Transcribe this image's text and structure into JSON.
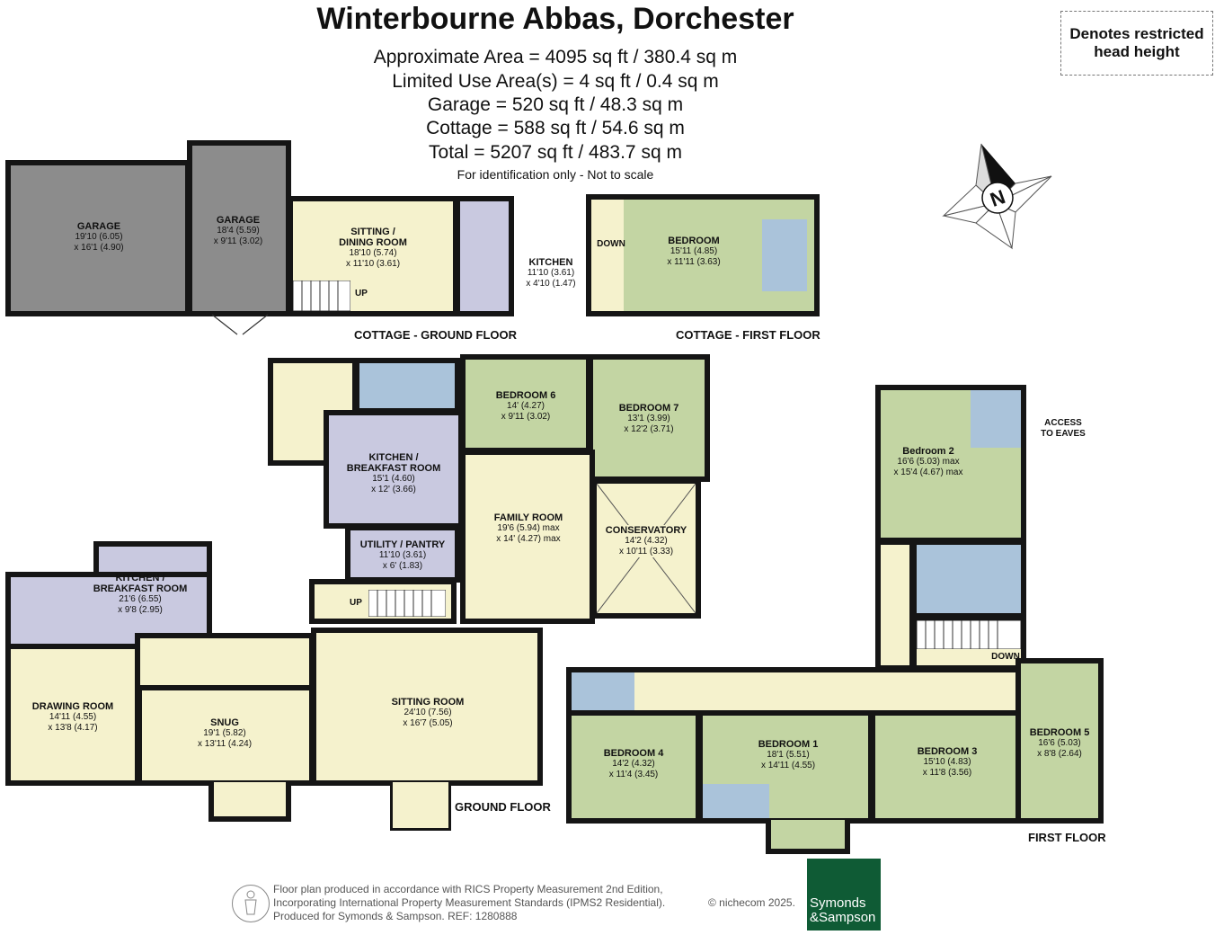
{
  "header": {
    "title": "Winterbourne Abbas, Dorchester",
    "areas": [
      "Approximate Area = 4095 sq ft / 380.4 sq m",
      "Limited Use Area(s) = 4 sq ft / 0.4 sq m",
      "Garage = 520 sq ft / 48.3 sq m",
      "Cottage = 588 sq ft / 54.6 sq m",
      "Total = 5207 sq ft / 483.7 sq m"
    ],
    "note": "For identification only - Not to scale"
  },
  "legend": {
    "line1": "Denotes restricted",
    "line2": "head height"
  },
  "compass": {
    "letter": "N"
  },
  "floor_labels": {
    "cottage_ground": "COTTAGE - GROUND FLOOR",
    "cottage_first": "COTTAGE - FIRST FLOOR",
    "ground": "GROUND FLOOR",
    "first": "FIRST FLOOR"
  },
  "rooms": {
    "garage1": {
      "name": "GARAGE",
      "l1": "19'10 (6.05)",
      "l2": "x 16'1 (4.90)"
    },
    "garage2": {
      "name": "GARAGE",
      "l1": "18'4 (5.59)",
      "l2": "x 9'11 (3.02)"
    },
    "sitting_dining": {
      "name": "SITTING /",
      "name2": "DINING ROOM",
      "l1": "18'10 (5.74)",
      "l2": "x 11'10 (3.61)"
    },
    "cottage_kitchen": {
      "name": "KITCHEN",
      "l1": "11'10 (3.61)",
      "l2": "x 4'10 (1.47)"
    },
    "cottage_bedroom": {
      "name": "BEDROOM",
      "l1": "15'11 (4.85)",
      "l2": "x 11'11 (3.63)"
    },
    "kitchen_breakfast_main": {
      "name": "KITCHEN /",
      "name2": "BREAKFAST ROOM",
      "l1": "15'1 (4.60)",
      "l2": "x 12' (3.66)"
    },
    "bedroom6": {
      "name": "BEDROOM 6",
      "l1": "14' (4.27)",
      "l2": "x 9'11 (3.02)"
    },
    "bedroom7": {
      "name": "BEDROOM 7",
      "l1": "13'1 (3.99)",
      "l2": "x 12'2 (3.71)"
    },
    "utility": {
      "name": "UTILITY / PANTRY",
      "l1": "11'10 (3.61)",
      "l2": "x 6' (1.83)"
    },
    "family": {
      "name": "FAMILY ROOM",
      "l1": "19'6 (5.94) max",
      "l2": "x 14' (4.27) max"
    },
    "conservatory": {
      "name": "CONSERVATORY",
      "l1": "14'2 (4.32)",
      "l2": "x 10'11 (3.33)"
    },
    "kitchen_breakfast_west": {
      "name": "KITCHEN /",
      "name2": "BREAKFAST ROOM",
      "l1": "21'6 (6.55)",
      "l2": "x 9'8 (2.95)"
    },
    "drawing": {
      "name": "DRAWING ROOM",
      "l1": "14'11 (4.55)",
      "l2": "x 13'8 (4.17)"
    },
    "snug": {
      "name": "SNUG",
      "l1": "19'1 (5.82)",
      "l2": "x 13'11 (4.24)"
    },
    "sitting": {
      "name": "SITTING ROOM",
      "l1": "24'10 (7.56)",
      "l2": "x 16'7 (5.05)"
    },
    "bedroom2": {
      "name": "Bedroom 2",
      "l1": "16'6 (5.03) max",
      "l2": "x 15'4 (4.67) max"
    },
    "bedroom1": {
      "name": "BEDROOM 1",
      "l1": "18'1 (5.51)",
      "l2": "x 14'11 (4.55)"
    },
    "bedroom3": {
      "name": "BEDROOM 3",
      "l1": "15'10 (4.83)",
      "l2": "x 11'8 (3.56)"
    },
    "bedroom4": {
      "name": "BEDROOM 4",
      "l1": "14'2 (4.32)",
      "l2": "x 11'4 (3.45)"
    },
    "bedroom5": {
      "name": "BEDROOM 5",
      "l1": "16'6 (5.03)",
      "l2": "x 8'8 (2.64)"
    }
  },
  "markers": {
    "up": "UP",
    "down": "DOWN",
    "access_line1": "ACCESS",
    "access_line2": "TO EAVES"
  },
  "footer": {
    "line1": "Floor plan produced in accordance with RICS Property Measurement 2nd Edition,",
    "line2": "Incorporating International Property Measurement Standards (IPMS2 Residential).",
    "line3": "Produced for Symonds & Sampson.   REF:  1280888",
    "copyright": "© nichecom 2025.",
    "logo_line1": "Symonds",
    "logo_line2": "&Sampson"
  },
  "colors": {
    "garage": "#8c8c8c",
    "living": "#f5f2cd",
    "bedroom": "#c3d5a3",
    "bathroom": "#aac3da",
    "kitchen": "#c9c9e0",
    "wall": "#151515",
    "brand": "#0f5b35"
  }
}
